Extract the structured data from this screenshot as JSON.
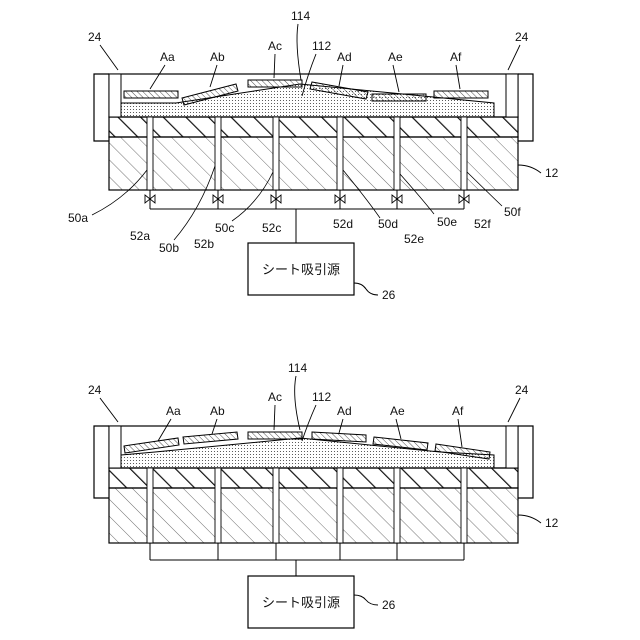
{
  "figure": {
    "labels": {
      "cover": "24",
      "chuck_table": "12",
      "pad_a": "Aa",
      "pad_b": "Ab",
      "pad_c": "Ac",
      "pad_d": "Ad",
      "pad_e": "Ae",
      "pad_f": "Af",
      "sheet": "112",
      "wafer": "114",
      "suction_source": "26",
      "suction_source_text": "シート吸引源"
    },
    "channels": [
      "50a",
      "50b",
      "50c",
      "50d",
      "50e",
      "50f"
    ],
    "valves": [
      "52a",
      "52b",
      "52c",
      "52d",
      "52e",
      "52f"
    ]
  }
}
